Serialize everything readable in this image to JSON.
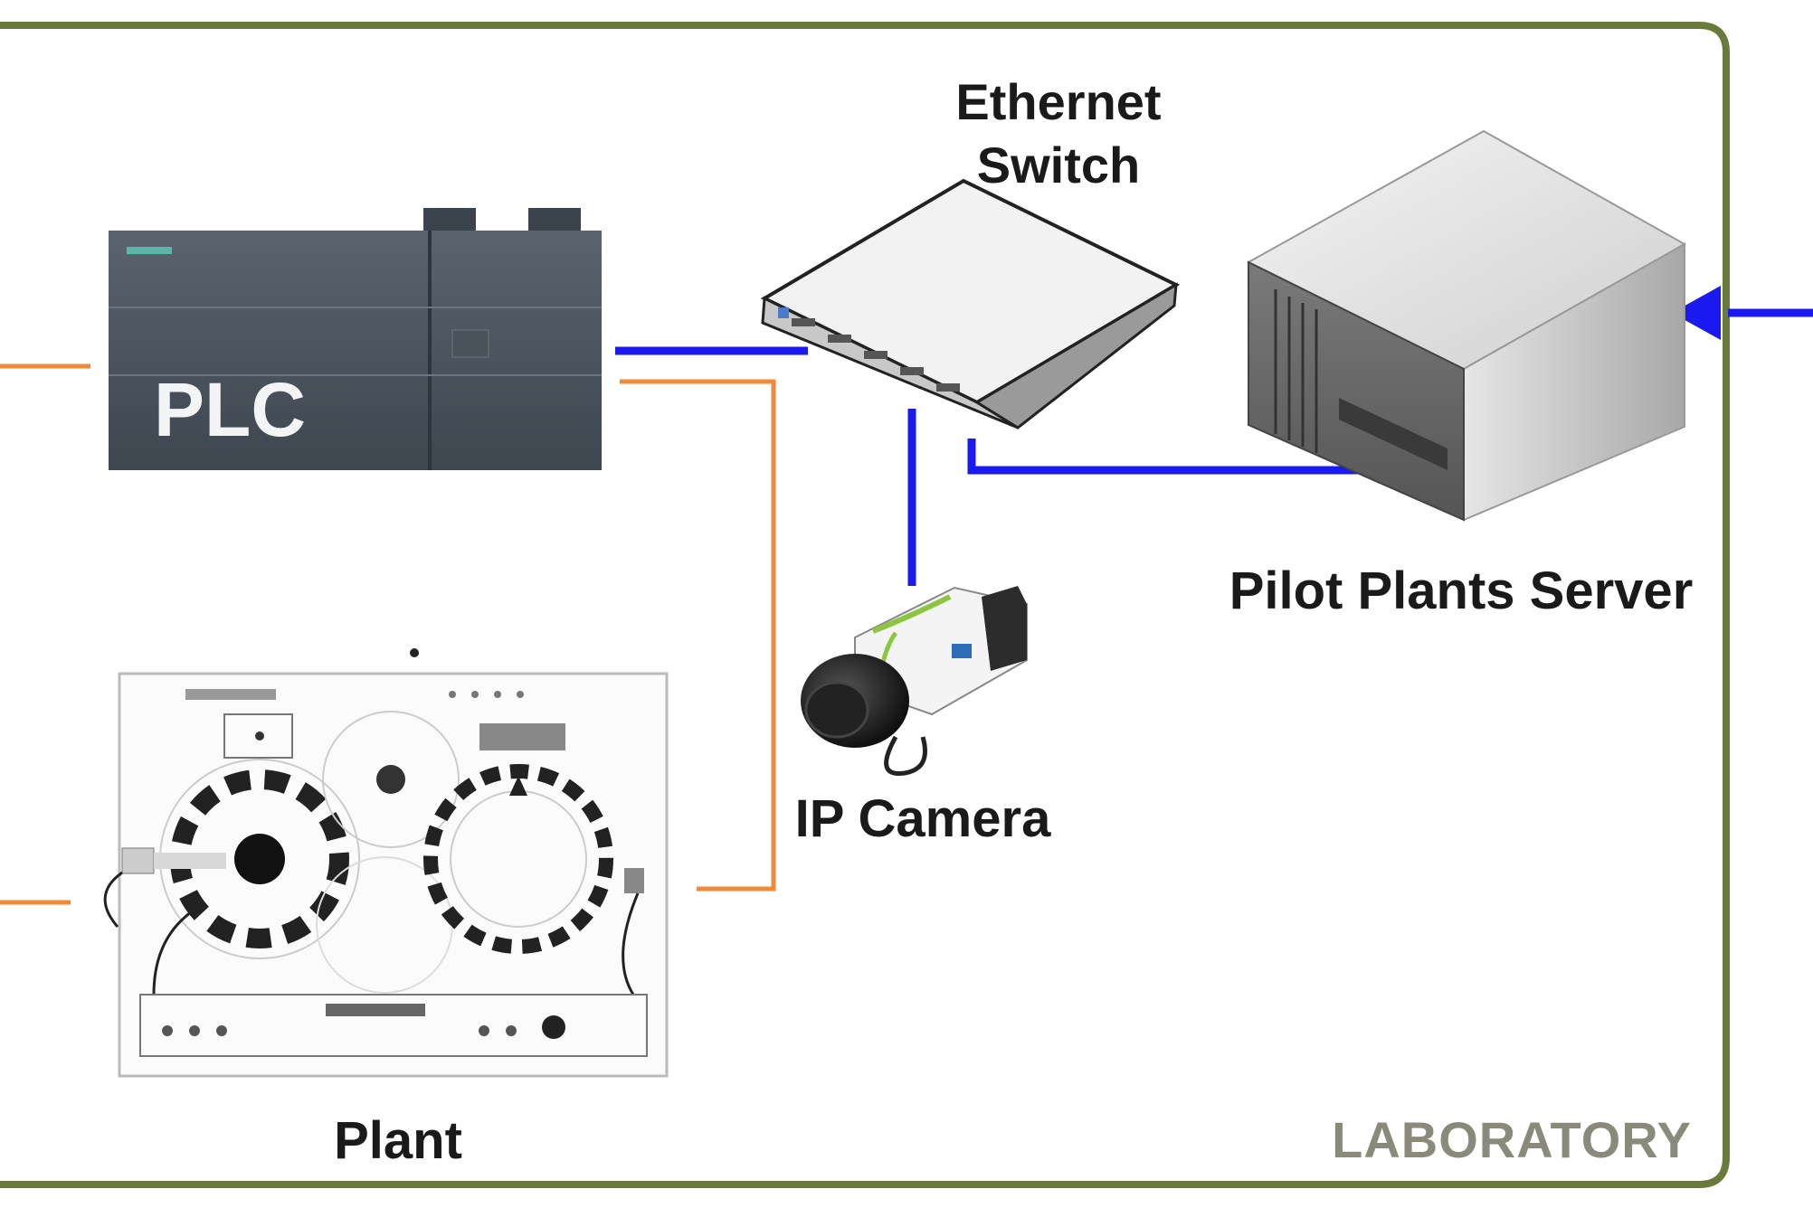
{
  "labels": {
    "switch_line1": "Ethernet",
    "switch_line2": "Switch",
    "server": "Pilot Plants Server",
    "camera": "IP Camera",
    "plant": "Plant",
    "plc": "PLC",
    "laboratory": "LABORATORY"
  },
  "colors": {
    "lab_border": "#6a7a3a",
    "ethernet_link": "#1a1af0",
    "field_wiring": "#f08a3a",
    "laboratory_text": "#8a8a7a"
  },
  "icons": [
    "plc-icon",
    "ethernet-switch-icon",
    "server-icon",
    "ip-camera-icon",
    "plant-board-icon"
  ]
}
